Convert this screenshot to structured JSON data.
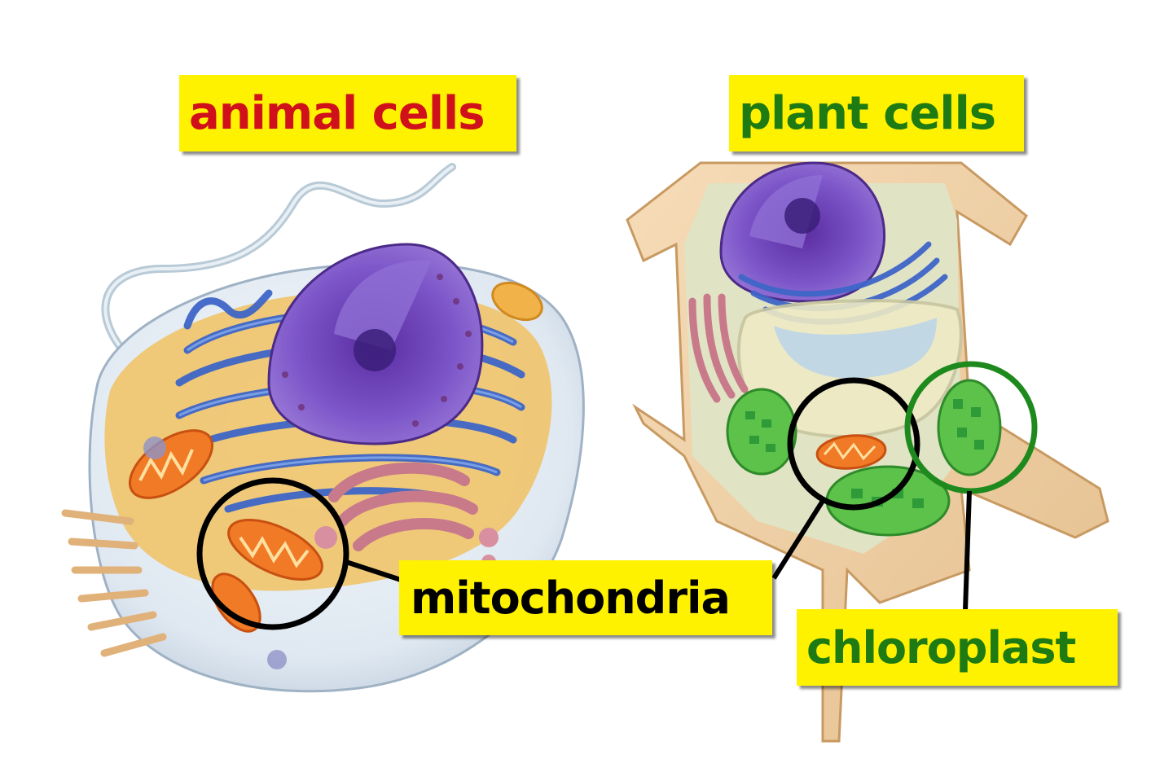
{
  "labels": {
    "animal_cells": "animal cells",
    "plant_cells": "plant cells",
    "mitochondria": "mitochondria",
    "chloroplast": "chloroplast"
  },
  "colors": {
    "label_background": "#fff200",
    "animal_label_text": "#d0101a",
    "plant_label_text": "#1e7a12",
    "mitochondria_label_text": "#000000",
    "chloroplast_label_text": "#1e7a12",
    "mitochondria_circle": "#000000",
    "chloroplast_circle": "#1e8a1e"
  }
}
